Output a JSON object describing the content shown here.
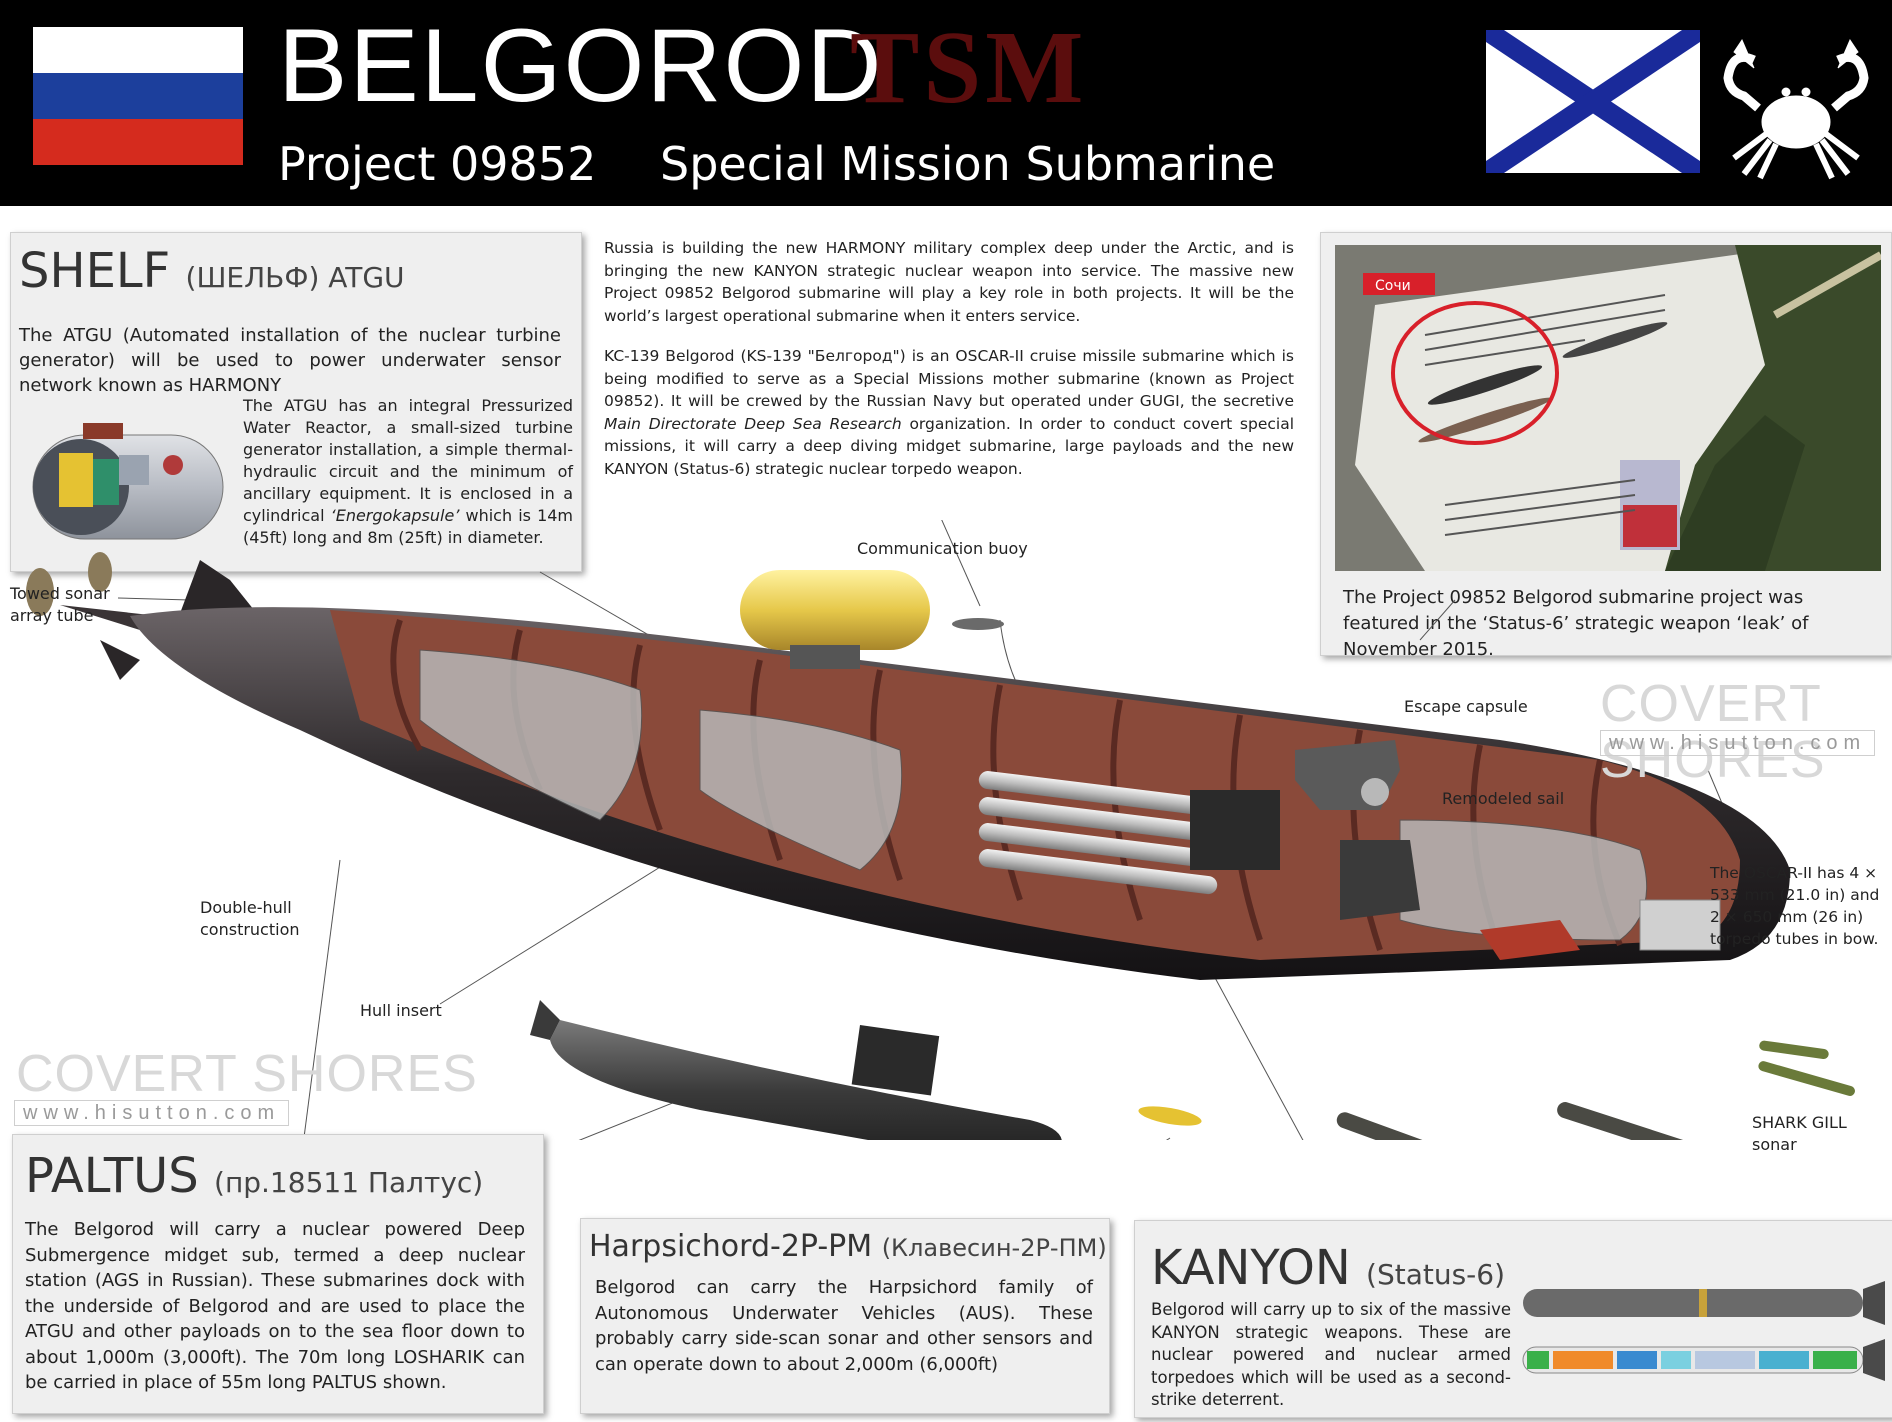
{
  "header": {
    "title": "BELGOROD",
    "tsm": "TSM",
    "project": "Project 09852",
    "subtitle": "Special Mission Submarine"
  },
  "colors": {
    "header_bg": "#000000",
    "tsm_red": "#5b0d0d",
    "flag_white": "#ffffff",
    "flag_blue": "#1c3f9c",
    "flag_red": "#d52b1e",
    "navy_cross": "#1a2a9a",
    "hull": "#2e2a2c",
    "cutaway": "#8a4a3a",
    "capsule": "#e6c84a"
  },
  "shelf": {
    "title": "SHELF",
    "title_ru": "(ШЕЛЬФ) ATGU",
    "intro": "The ATGU (Automated installation of the nuclear turbine generator) will be used to power underwater sensor network known as HARMONY",
    "detail_a": "The ATGU has an integral Pressurized Water Reactor, a small-sized turbine generator installation, a simple thermal-hydraulic circuit and the minimum of ancillary equipment. It is enclosed in a cylindrical ",
    "detail_em": "‘Energokapsule’",
    "detail_b": " which is 14m (45ft) long and 8m (25ft) in diameter."
  },
  "intro": {
    "p1": "Russia is building the new HARMONY military complex deep under the Arctic, and is bringing the new KANYON strategic nuclear weapon into service. The massive new Project 09852 Belgorod submarine will play a key role in both projects. It will be the world’s largest operational submarine when it enters service.",
    "p2_a": "KC-139 Belgorod (KS-139 \"Белгород\") is an OSCAR-II cruise missile submarine which is being modified to serve as a Special Missions mother submarine (known as Project 09852). It will be crewed by the Russian Navy but operated under GUGI, the secretive ",
    "p2_em": "Main Directorate Deep Sea Research",
    "p2_b": " organization. In order to conduct covert special missions, it will carry a deep diving midget submarine, large payloads and the new KANYON (Status-6) strategic nuclear torpedo weapon."
  },
  "photo": {
    "tv_tag": "Сочи",
    "caption": "The Project 09852 Belgorod submarine project was featured in the ‘Status-6’ strategic weapon ‘leak’ of November 2015."
  },
  "labels": {
    "towed_sonar": "Towed sonar array tube",
    "comm_buoy": "Communication buoy",
    "escape_capsule": "Escape capsule",
    "remodeled_sail": "Remodeled sail",
    "torpedo_tubes": "The OSCAR-II has 4 × 533 mm (21.0 in) and 2 × 650 mm (26 in) torpedo tubes in bow.",
    "double_hull": "Double-hull construction",
    "hull_insert": "Hull insert",
    "shark_gill": "SHARK GILL sonar"
  },
  "watermark": {
    "brand": "COVERT SHORES",
    "url": "www.hisutton.com"
  },
  "paltus": {
    "title": "PALTUS",
    "title_ru": "(пр.18511 Палтус)",
    "body": "The Belgorod will carry a nuclear powered Deep Submergence midget sub, termed a deep nuclear station (AGS in Russian). These submarines dock with the underside of Belgorod and are used to place the ATGU and other payloads on to the sea floor down to about 1,000m (3,000ft). The 70m long LOSHARIK can be carried in place of 55m long PALTUS shown."
  },
  "harpsichord": {
    "title": "Harpsichord-2P-PM",
    "title_ru": "(Клавесин-2Р-ПМ)",
    "body": "Belgorod can carry the Harpsichord family of Autonomous Underwater Vehicles (AUS). These probably carry side-scan sonar and other sensors and can operate down to about 2,000m (6,000ft)"
  },
  "kanyon": {
    "title": "KANYON",
    "title_small": "(Status-6)",
    "body": "Belgorod will carry up to six of the massive KANYON strategic weapons. These are nuclear powered and nuclear armed torpedoes which will be used as a second-strike deterrent."
  }
}
